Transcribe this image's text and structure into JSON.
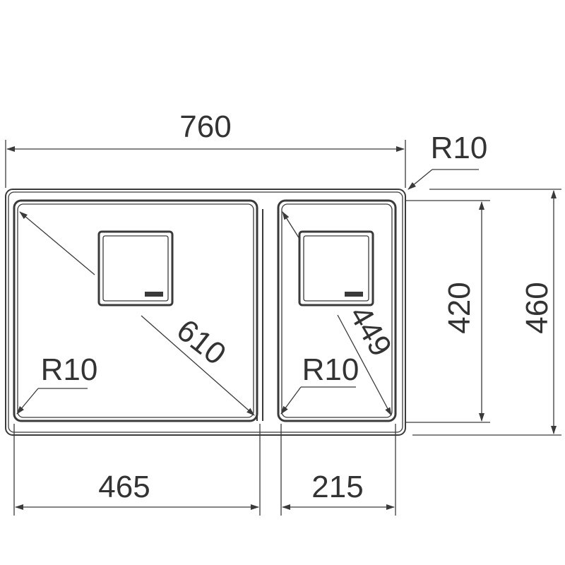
{
  "colors": {
    "line": "#3a3a3a",
    "text": "#333333",
    "background": "#ffffff"
  },
  "dimensions": {
    "overall_width": "760",
    "overall_height": "460",
    "inner_height": "420",
    "corner_radius_outer": "R10",
    "left_bowl_diagonal": "610",
    "left_bowl_radius": "R10",
    "left_bowl_width": "465",
    "right_bowl_diagonal": "449",
    "right_bowl_radius": "R10",
    "right_bowl_width": "215"
  }
}
